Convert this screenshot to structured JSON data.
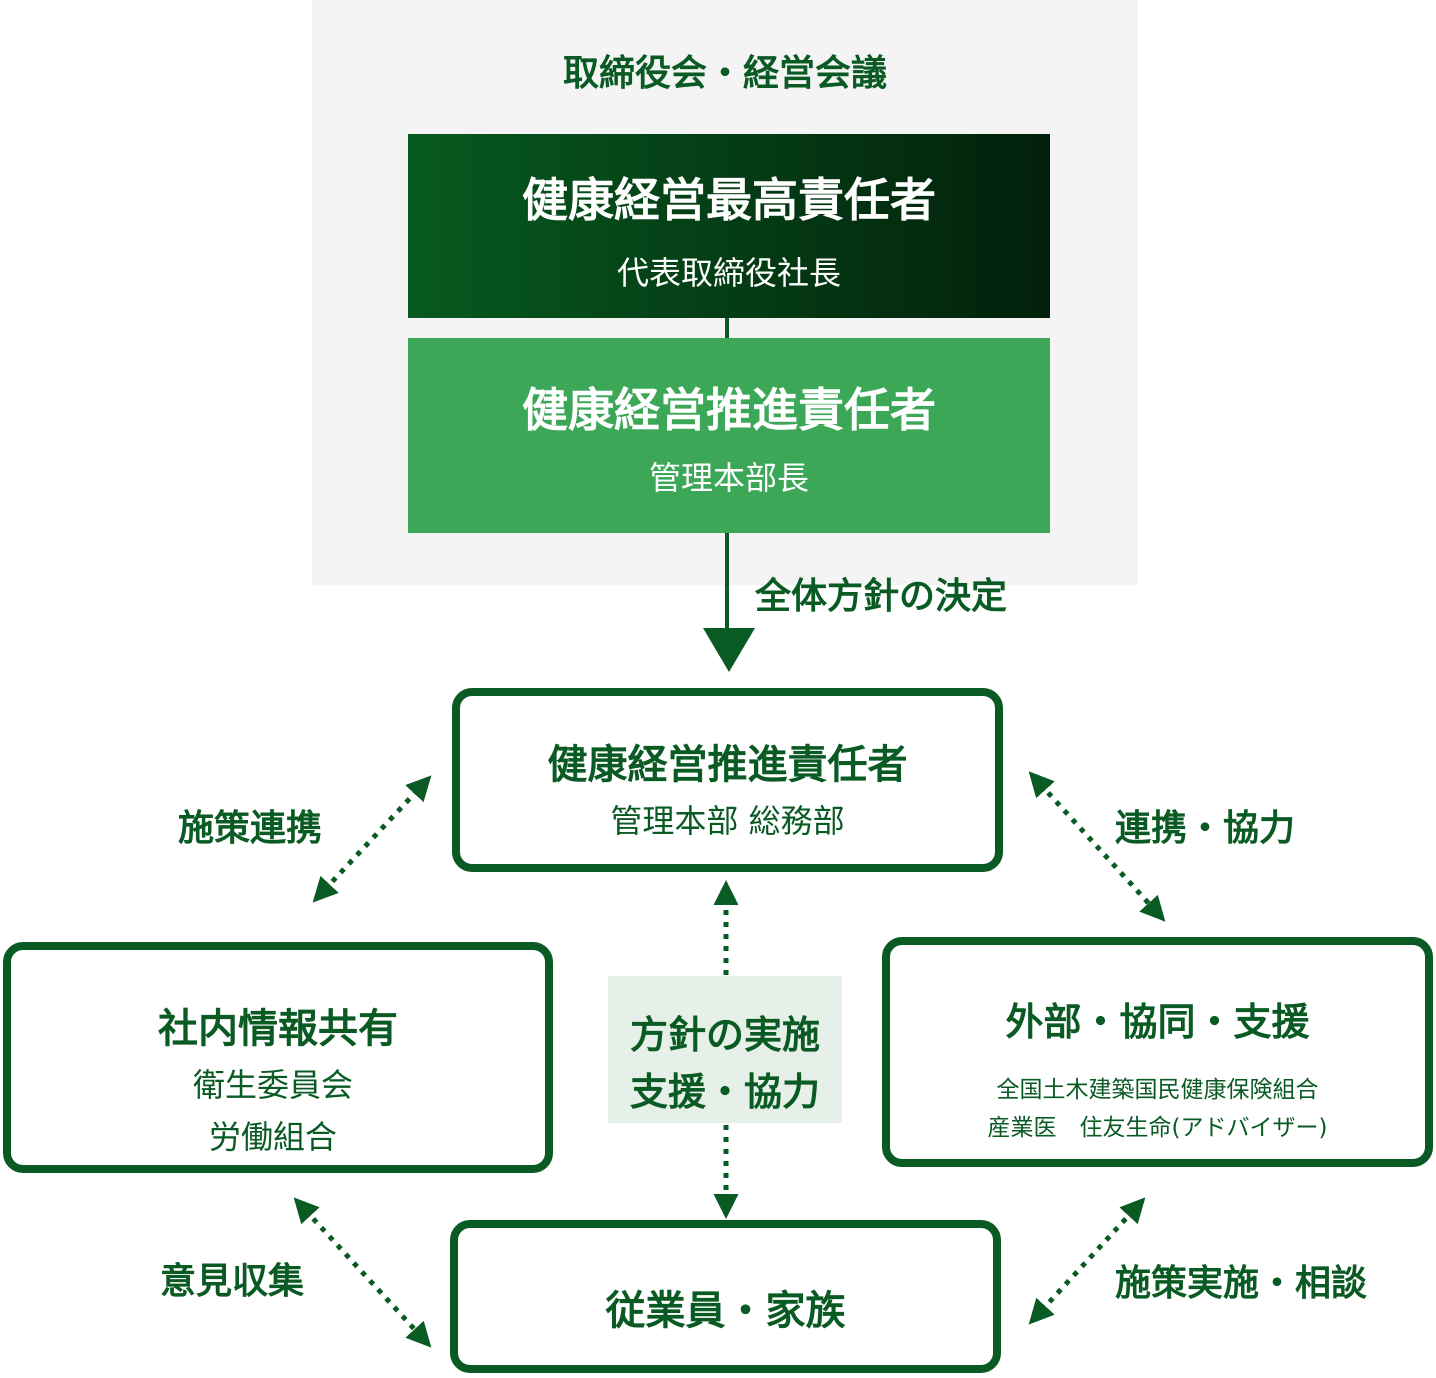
{
  "board": {
    "title": "取締役会・経営会議"
  },
  "chief_officer": {
    "title": "健康経営最高責任者",
    "role": "代表取締役社長"
  },
  "promotion_officer": {
    "title": "健康経営推進責任者",
    "role": "管理本部長"
  },
  "policy_decision_label": "全体方針の決定",
  "center_box": {
    "title": "健康経営推進責任者",
    "sub": "管理本部 総務部"
  },
  "left_box": {
    "title": "社内情報共有",
    "lines": [
      "衛生委員会",
      "労働組合"
    ]
  },
  "right_box": {
    "title": "外部・協同・支援",
    "lines": [
      "全国土木建築国民健康保険組合",
      "産業医　住友生命(アドバイザー)"
    ]
  },
  "bottom_box": {
    "title": "従業員・家族"
  },
  "middle_label": {
    "lines": [
      "方針の実施",
      "支援・協力"
    ]
  },
  "edge_labels": {
    "top_left": "施策連携",
    "top_right": "連携・協力",
    "bottom_left": "意見収集",
    "bottom_right": "施策実施・相談"
  },
  "colors": {
    "dark_green": "#0a5a24",
    "light_green": "#3ba757",
    "gray_bg": "#f4f4f4"
  }
}
